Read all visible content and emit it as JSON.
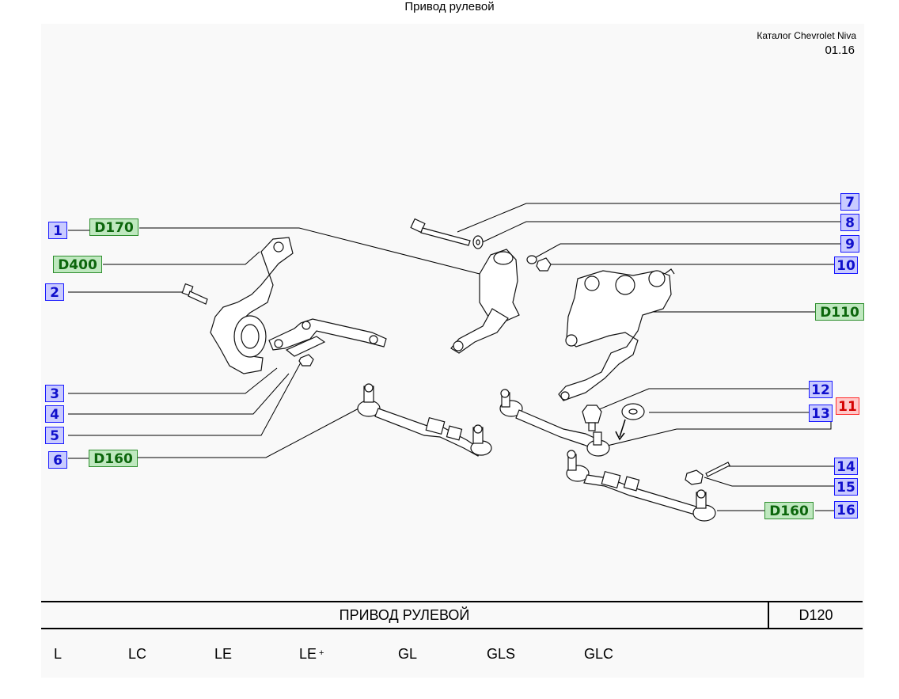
{
  "page_title": "Привод рулевой",
  "catalog": {
    "name": "Каталог Chevrolet Niva",
    "date": "01.16"
  },
  "callouts": {
    "n1": "1",
    "n2": "2",
    "n3": "3",
    "n4": "4",
    "n5": "5",
    "n6": "6",
    "n7": "7",
    "n8": "8",
    "n9": "9",
    "n10": "10",
    "n11": "11",
    "n12": "12",
    "n13": "13",
    "n14": "14",
    "n15": "15",
    "n16": "16"
  },
  "sections": {
    "s_d170": "D170",
    "s_d400": "D400",
    "s_d160_left": "D160",
    "s_d110": "D110",
    "s_d160_right": "D160"
  },
  "footer": {
    "title": "ПРИВОД  РУЛЕВОЙ",
    "code": "D120"
  },
  "trims": [
    {
      "label": "L",
      "mark": ""
    },
    {
      "label": "LC",
      "mark": ""
    },
    {
      "label": "LE",
      "mark": ""
    },
    {
      "label": "LE",
      "mark": "+"
    },
    {
      "label": "GL",
      "mark": ""
    },
    {
      "label": "GLS",
      "mark": ""
    },
    {
      "label": "GLC",
      "mark": ""
    }
  ],
  "colors": {
    "callout_blue": "#1010cc",
    "callout_red": "#d40000",
    "section_green": "#0c660c"
  }
}
